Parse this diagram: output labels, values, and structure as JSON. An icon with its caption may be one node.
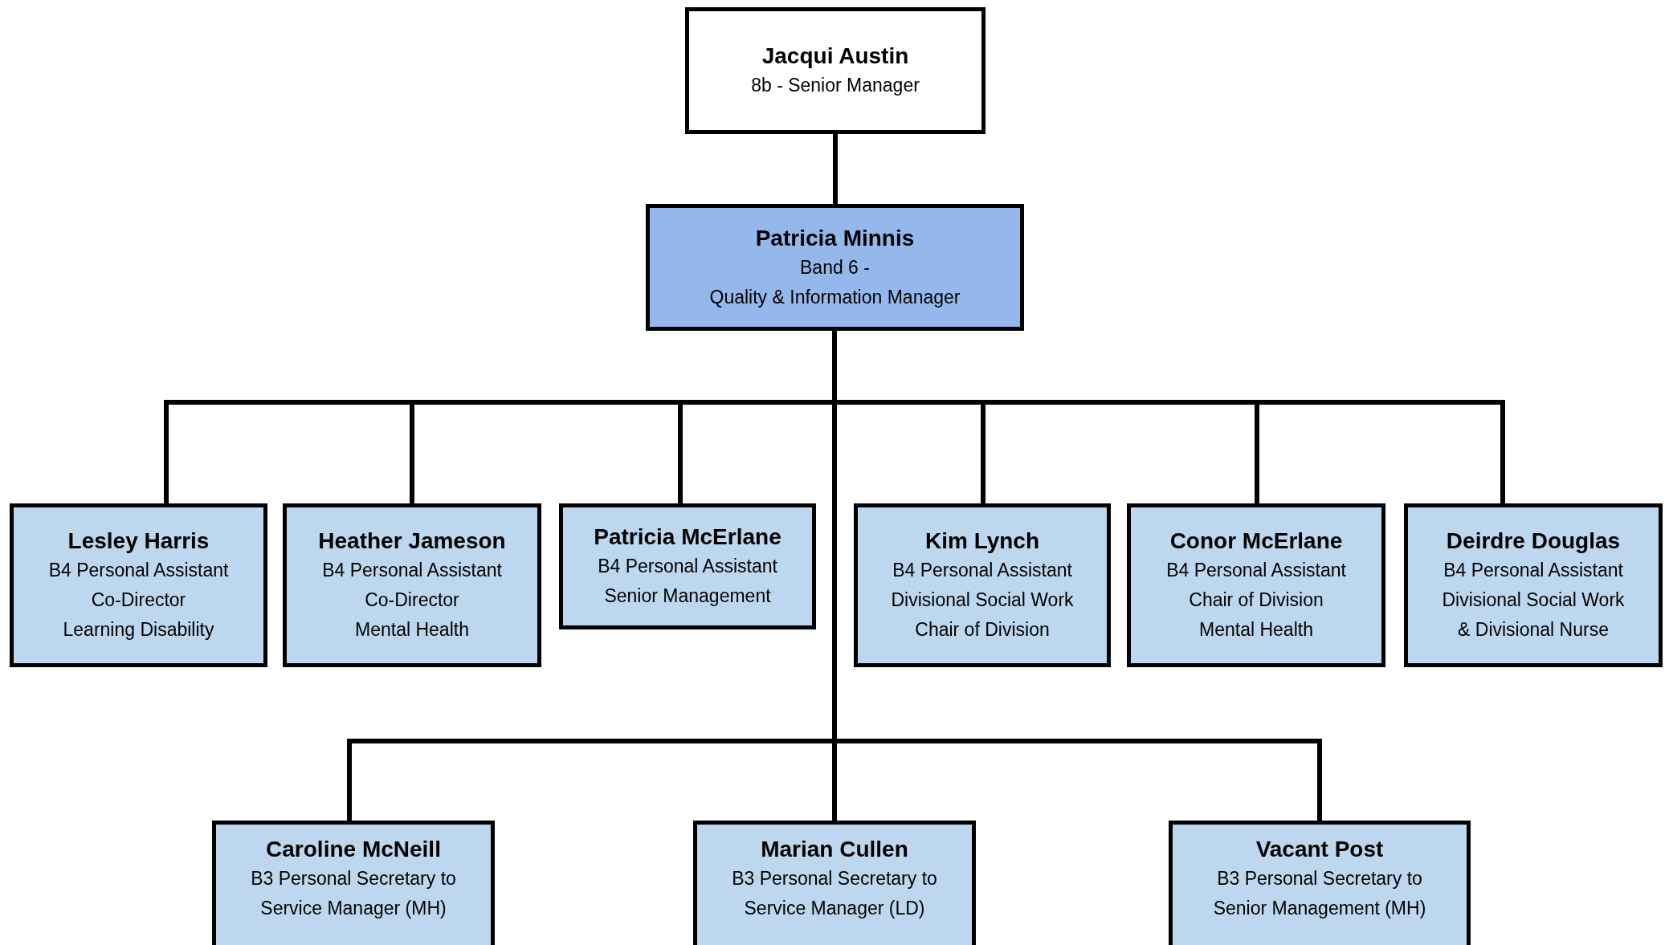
{
  "diagram": {
    "nodes": [
      {
        "text": [
          "Jacqui Austin",
          "8b - Senior Manager"
        ]
      },
      {
        "text": [
          "Patricia Minnis",
          "Band 6 -",
          "Quality & Information Manager"
        ]
      },
      {
        "text": [
          "Lesley Harris",
          "B4 Personal Assistant",
          "Co-Director",
          "Learning Disability"
        ]
      },
      {
        "text": [
          "Heather Jameson",
          "B4 Personal Assistant",
          "Co-Director",
          "Mental Health"
        ]
      },
      {
        "text": [
          "Patricia McErlane",
          "B4 Personal Assistant",
          "Senior Management"
        ]
      },
      {
        "text": [
          "Kim Lynch",
          "B4 Personal Assistant",
          "Divisional Social Work",
          "Chair of Division"
        ]
      },
      {
        "text": [
          "Conor McErlane",
          "B4 Personal Assistant",
          "Chair of Division",
          "Mental Health"
        ]
      },
      {
        "text": [
          "Deirdre Douglas",
          "B4 Personal Assistant",
          "Divisional Social Work",
          "& Divisional Nurse"
        ]
      },
      {
        "text": [
          "Caroline McNeill",
          "B3 Personal Secretary to",
          "Service Manager (MH)"
        ]
      },
      {
        "text": [
          "Marian Cullen",
          "B3 Personal Secretary to",
          "Service Manager (LD)"
        ]
      },
      {
        "text": [
          "Vacant Post",
          "B3 Personal Secretary to",
          "Senior Management (MH)"
        ]
      }
    ],
    "edges": [
      {
        "from": 0,
        "to": 1,
        "arrow": "none"
      },
      {
        "from": 1,
        "to": 2,
        "arrow": "none"
      },
      {
        "from": 1,
        "to": 3,
        "arrow": "none"
      },
      {
        "from": 1,
        "to": 4,
        "arrow": "none"
      },
      {
        "from": 1,
        "to": 5,
        "arrow": "none"
      },
      {
        "from": 1,
        "to": 6,
        "arrow": "none"
      },
      {
        "from": 1,
        "to": 7,
        "arrow": "none"
      },
      {
        "from": 1,
        "to": 8,
        "arrow": "none"
      },
      {
        "from": 1,
        "to": 9,
        "arrow": "none"
      },
      {
        "from": 1,
        "to": 10,
        "arrow": "none"
      }
    ]
  }
}
